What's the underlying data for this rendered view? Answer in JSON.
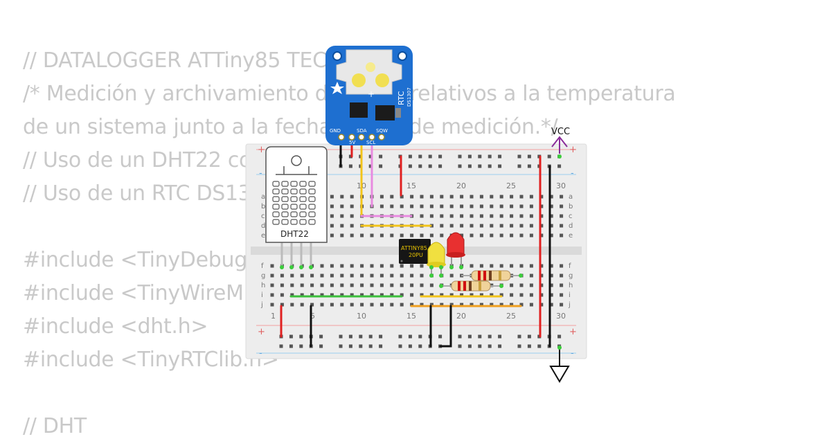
{
  "code_lines": [
    "// DATALOGGER ATTiny85 TEC",
    "/* Medición y archivamiento de datos relativos a la temperatura",
    "de un sistema junto a la fecha y hora de medición.*/",
    "// Uso de un DHT22 co",
    "// Uso de un RTC DS13",
    "",
    "#include <TinyDebug.",
    "#include <TinyWireM.",
    "#include <dht.h>",
    "#include <TinyRTClib.h>",
    "",
    "// DHT"
  ],
  "breadboard": {
    "column_numbers": [
      "1",
      "5",
      "10",
      "15",
      "20",
      "25",
      "30"
    ],
    "row_letters_top": [
      "a",
      "b",
      "c",
      "d",
      "e"
    ],
    "row_letters_bottom": [
      "f",
      "g",
      "h",
      "i",
      "j"
    ],
    "rail_plus": "+",
    "rail_minus": "-"
  },
  "rtc_module": {
    "title": "RTC",
    "chip": "DS1307",
    "pins": [
      "GND",
      "5V",
      "SDA",
      "SCL",
      "SQW"
    ]
  },
  "dht_sensor": {
    "label": "DHT22"
  },
  "mcu": {
    "line1": "ATTINY85",
    "line2": "20PU"
  },
  "power": {
    "vcc_label": "VCC"
  },
  "colors": {
    "wire_red": "#e02020",
    "wire_black": "#111111",
    "wire_yellow": "#f2c41a",
    "wire_pink": "#e88ae0",
    "wire_green": "#3cbf3c",
    "wire_orange": "#f0a020",
    "vcc_purple": "#8a2c9a",
    "rtc_blue": "#1e6fd0"
  },
  "icons": [
    "vcc-arrow-icon",
    "ground-symbol-icon",
    "star-logo-icon"
  ]
}
